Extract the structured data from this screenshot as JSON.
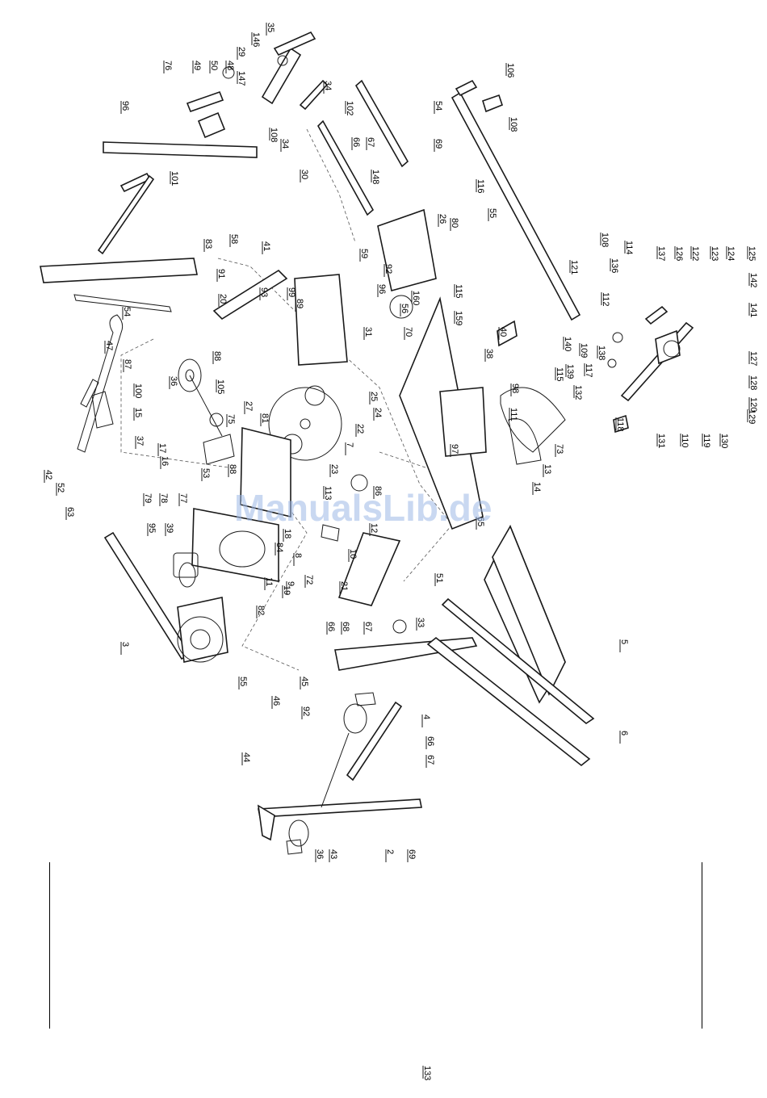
{
  "watermark": "ManualsLib.de",
  "part_labels": [
    "35",
    "146",
    "29",
    "147",
    "48",
    "50",
    "49",
    "76",
    "96",
    "34",
    "102",
    "108",
    "34",
    "30",
    "66",
    "67",
    "148",
    "69",
    "106",
    "108",
    "54",
    "116",
    "55",
    "101",
    "83",
    "58",
    "41",
    "91",
    "93",
    "99",
    "20",
    "89",
    "54",
    "26",
    "80",
    "59",
    "92",
    "96",
    "160",
    "115",
    "56",
    "31",
    "70",
    "159",
    "40",
    "98",
    "115",
    "38",
    "97",
    "111",
    "73",
    "13",
    "14",
    "65",
    "47",
    "42",
    "52",
    "63",
    "87",
    "100",
    "15",
    "36",
    "37",
    "88",
    "105",
    "17",
    "16",
    "75",
    "27",
    "81",
    "24",
    "22",
    "25",
    "7",
    "23",
    "113",
    "53",
    "79",
    "78",
    "77",
    "88",
    "86",
    "12",
    "18",
    "84",
    "8",
    "95",
    "39",
    "9",
    "10",
    "72",
    "21",
    "51",
    "3",
    "11",
    "19",
    "82",
    "55",
    "66",
    "68",
    "67",
    "33",
    "5",
    "6",
    "45",
    "92",
    "4",
    "66",
    "67",
    "46",
    "44",
    "43",
    "36",
    "2",
    "69",
    "108",
    "114",
    "137",
    "126",
    "122",
    "123",
    "124",
    "125",
    "136",
    "121",
    "112",
    "142",
    "141",
    "138",
    "127",
    "140",
    "109",
    "117",
    "139",
    "132",
    "128",
    "120",
    "118",
    "131",
    "110",
    "119",
    "130",
    "129",
    "133"
  ]
}
